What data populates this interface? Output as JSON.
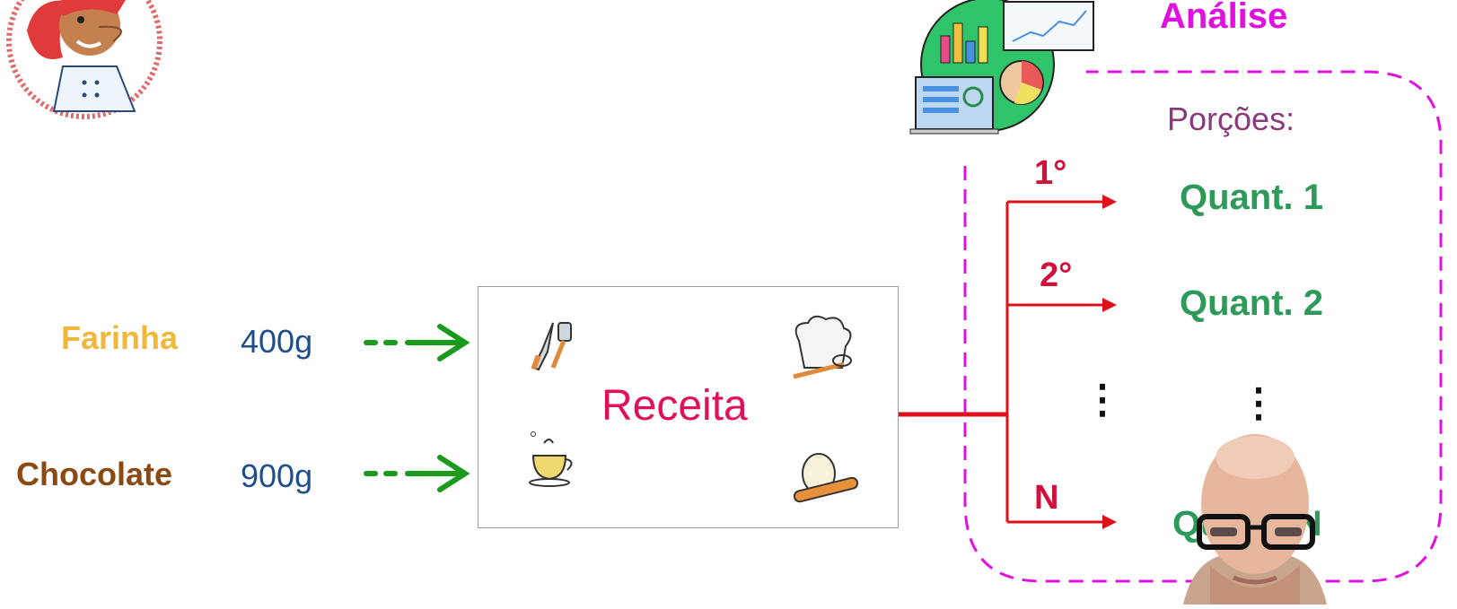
{
  "analysis": {
    "title": "Análise",
    "portions_label": "Porções:"
  },
  "ingredients": [
    {
      "name": "Farinha",
      "amount": "400g",
      "color": "#f0b83a"
    },
    {
      "name": "Chocolate",
      "amount": "900g",
      "color": "#8a4a12"
    }
  ],
  "recipe": {
    "label": "Receita"
  },
  "outputs": [
    {
      "step": "1°",
      "quantity": "Quant. 1"
    },
    {
      "step": "2°",
      "quantity": "Quant. 2"
    },
    {
      "step": "N",
      "quantity": "Quant. N"
    }
  ],
  "ellipsis": "⋮",
  "colors": {
    "arrow_green": "#1a9a1a",
    "branch_red": "#e0101a",
    "dashed_magenta": "#e010e0"
  },
  "icons": [
    "chef-avatar-icon",
    "analytics-dashboard-icon",
    "utensils-icon",
    "chef-hat-whisk-icon",
    "teacup-icon",
    "rolling-pin-icon",
    "presenter-webcam"
  ]
}
